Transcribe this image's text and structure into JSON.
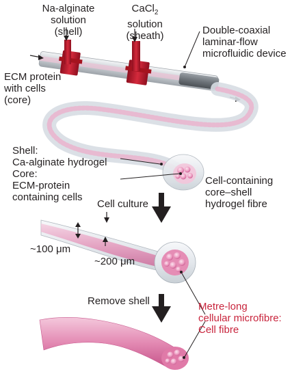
{
  "labels": {
    "na_alginate": "Na-alginate\nsolution\n(shell)",
    "cacl2_line1": "CaCl",
    "cacl2_sub": "2",
    "cacl2_rest": "solution\n(sheath)",
    "device": "Double-coaxial\nlaminar-flow\nmicrofluidic device",
    "ecm_core": "ECM protein\nwith cells\n(core)",
    "shell_core": "Shell:\nCa-alginate hydrogel\nCore:\nECM-protein\ncontaining cells",
    "fibre": "Cell-containing\ncore–shell\nhydrogel fibre",
    "cell_culture": "Cell culture",
    "dim_100": "~100 μm",
    "dim_200": "~200 μm",
    "remove_shell": "Remove shell",
    "result": "Metre-long\ncellular microfibre:\nCell fibre"
  },
  "colors": {
    "text": "#231f20",
    "accent": "#c8243c",
    "connector": "#c3182e",
    "tube": "#b9bfc6",
    "fibre_pink": "#e79cc0",
    "cell_fibre": "#d9739f"
  }
}
